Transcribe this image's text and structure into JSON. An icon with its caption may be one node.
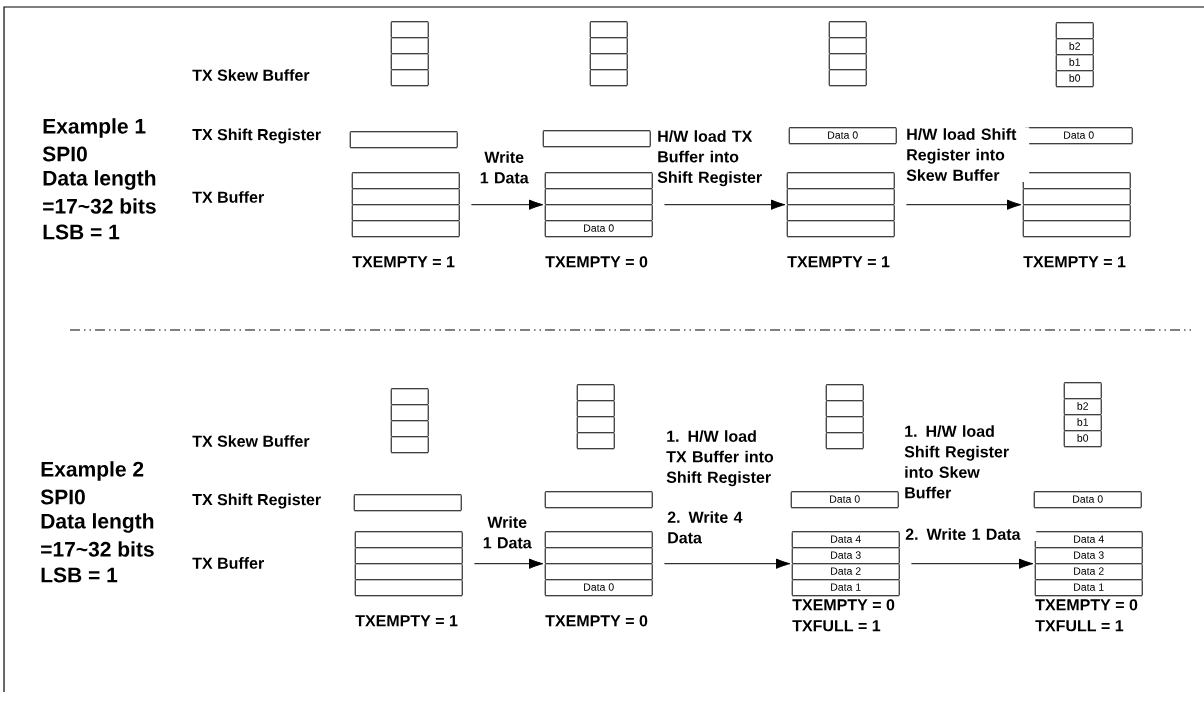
{
  "diagram": {
    "nodes": [
      {
        "text": [],
        "shape": "box"
      },
      {
        "text": [],
        "shape": "box"
      },
      {
        "text": [],
        "shape": "box",
        "beside": [
          "TXEMPTY = 1"
        ]
      },
      {
        "text": [],
        "shape": "box"
      },
      {
        "text": [],
        "shape": "box"
      },
      {
        "text": [
          "Data 0"
        ],
        "beside": [
          "TXEMPTY = 0"
        ]
      },
      {
        "text": [],
        "shape": "box"
      },
      {
        "text": [
          "Data 0"
        ]
      },
      {
        "text": [],
        "shape": "box",
        "beside": [
          "TXEMPTY = 1"
        ]
      },
      {
        "text": [
          "b2",
          "b1",
          "b0"
        ]
      },
      {
        "text": [
          "Data 0"
        ]
      },
      {
        "text": [],
        "shape": "box",
        "beside": [
          "TXEMPTY = 1"
        ]
      },
      {
        "text": [],
        "shape": "box"
      },
      {
        "text": [],
        "shape": "box"
      },
      {
        "text": [],
        "shape": "box",
        "beside": [
          "TXEMPTY = 1"
        ]
      },
      {
        "text": [],
        "shape": "box"
      },
      {
        "text": [],
        "shape": "box"
      },
      {
        "text": [
          "Data 0"
        ],
        "beside": [
          "TXEMPTY = 0"
        ]
      },
      {
        "text": [],
        "shape": "box"
      },
      {
        "text": [
          "Data 0"
        ]
      },
      {
        "text": [
          "Data 4",
          "Data 3",
          "Data 2",
          "Data 1"
        ],
        "beside": [
          "TXEMPTY = 0",
          "TXFULL = 1"
        ]
      },
      {
        "text": [
          "b2",
          "b1",
          "b0"
        ]
      },
      {
        "text": [
          "Data 0"
        ]
      },
      {
        "text": [
          "Data 4",
          "Data 3",
          "Data 2",
          "Data 1"
        ],
        "beside": [
          "TXEMPTY = 0",
          "TXFULL = 1"
        ]
      }
    ],
    "edges": [
      {
        "from": 2,
        "to": 5,
        "arrow": "to",
        "label": "Write 1 Data"
      },
      {
        "from": 5,
        "to": 8,
        "arrow": "to",
        "label": "H/W load TX Buffer into Shift Register"
      },
      {
        "from": 8,
        "to": 11,
        "arrow": "to",
        "label": "H/W load Shift Register into Skew Buffer"
      },
      {
        "from": 14,
        "to": 17,
        "arrow": "to",
        "label": "Write 1 Data"
      },
      {
        "from": 17,
        "to": 20,
        "arrow": "to",
        "label": "2. Write 4 Data"
      },
      {
        "from": 20,
        "to": 23,
        "arrow": "to",
        "label": "2. Write 1 Data"
      }
    ],
    "labels": [
      "Example 1",
      "SPI0",
      "Data length",
      "=17~32 bits",
      "LSB = 1",
      "TX Skew Buffer",
      "TX Shift Register",
      "TX Buffer",
      "Example 2",
      "SPI0",
      "Data length",
      "=17~32 bits",
      "LSB = 1",
      "TX Skew Buffer",
      "TX Shift Register",
      "TX Buffer",
      "1. H/W load TX Buffer into Shift Register",
      "1. H/W load Shift Register into Skew Buffer"
    ]
  }
}
